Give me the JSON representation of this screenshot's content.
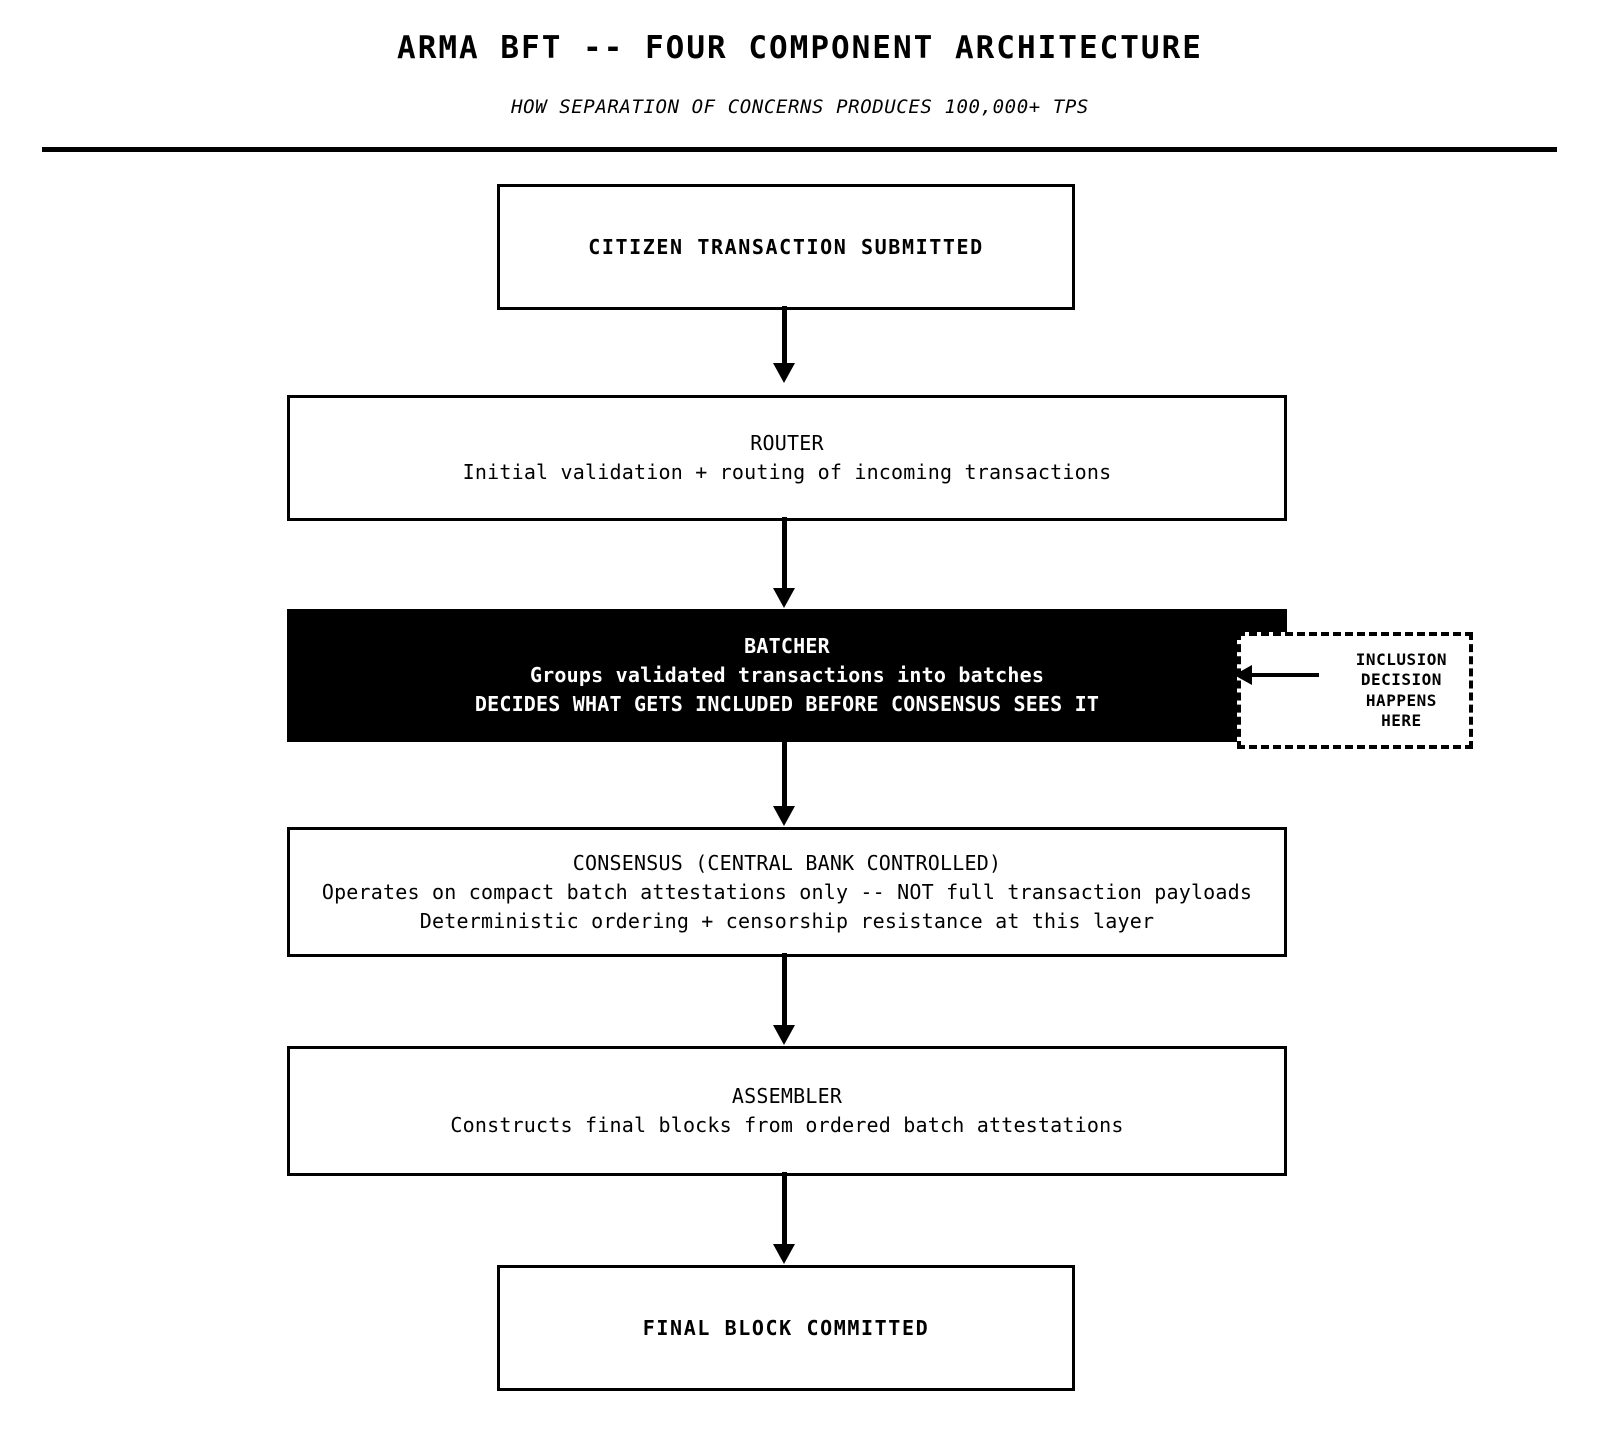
{
  "header": {
    "title": "ARMA BFT -- FOUR COMPONENT ARCHITECTURE",
    "subtitle": "HOW SEPARATION OF CONCERNS PRODUCES 100,000+ TPS"
  },
  "flow": {
    "nodes": [
      {
        "id": "citizen",
        "kind": "terminal",
        "lines": [
          "CITIZEN TRANSACTION SUBMITTED"
        ]
      },
      {
        "id": "router",
        "kind": "component",
        "lines": [
          "ROUTER",
          "Initial validation + routing of incoming transactions"
        ]
      },
      {
        "id": "batcher",
        "kind": "highlight",
        "lines": [
          "BATCHER",
          "Groups validated transactions into batches",
          "DECIDES WHAT GETS INCLUDED BEFORE CONSENSUS SEES IT"
        ]
      },
      {
        "id": "consensus",
        "kind": "component",
        "lines": [
          "CONSENSUS (CENTRAL BANK CONTROLLED)",
          "Operates on compact batch attestations only -- NOT full transaction payloads",
          "Deterministic ordering + censorship resistance at this layer"
        ]
      },
      {
        "id": "assembler",
        "kind": "component",
        "lines": [
          "ASSEMBLER",
          "Constructs final blocks from ordered batch attestations"
        ]
      },
      {
        "id": "final",
        "kind": "terminal",
        "lines": [
          "FINAL BLOCK COMMITTED"
        ]
      }
    ]
  },
  "callout": {
    "lines": [
      "INCLUSION",
      "DECISION",
      "HAPPENS",
      "HERE"
    ],
    "points_to": "batcher"
  },
  "colors": {
    "ink": "#000000",
    "paper": "#ffffff",
    "highlight_fill": "#000000",
    "highlight_text": "#ffffff"
  }
}
